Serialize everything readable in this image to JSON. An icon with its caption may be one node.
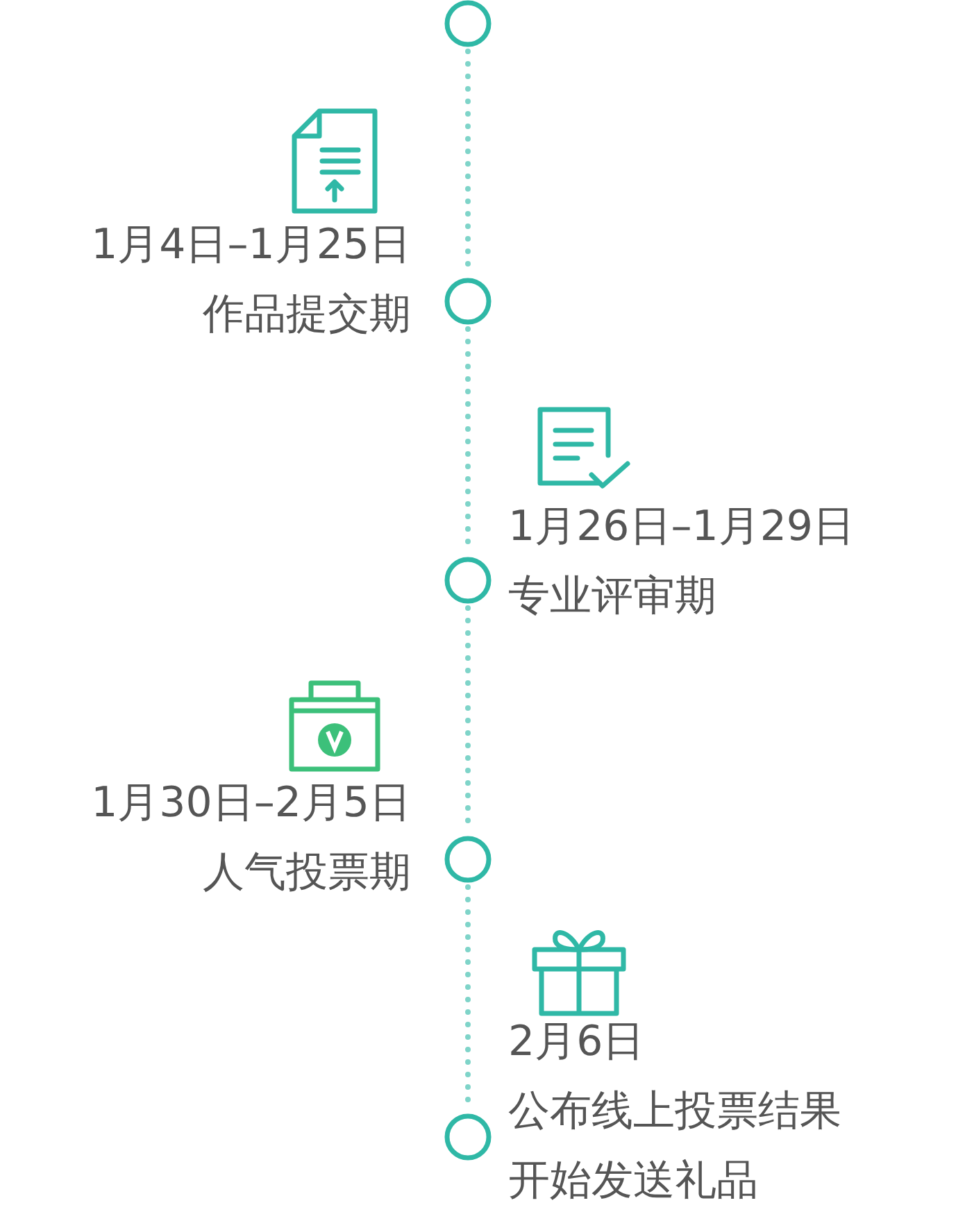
{
  "diagram": {
    "nodes": [
      {
        "text": [],
        "shape": "circle"
      },
      {
        "text": [],
        "shape": "circle",
        "beside": [
          "1月4日–1月25日",
          "作品提交期"
        ]
      },
      {
        "text": [],
        "shape": "circle",
        "beside": [
          "1月26日–1月29日",
          "专业评审期"
        ]
      },
      {
        "text": [],
        "shape": "circle",
        "beside": [
          "1月30日–2月5日",
          "人气投票期"
        ]
      },
      {
        "text": [],
        "shape": "circle",
        "beside": [
          "2月6日",
          "公布线上投票结果",
          "开始发送礼品"
        ]
      }
    ],
    "edges": [
      {
        "from": 0,
        "to": 1,
        "arrow": "none",
        "style": "dashed"
      },
      {
        "from": 1,
        "to": 2,
        "arrow": "none",
        "style": "dashed"
      },
      {
        "from": 2,
        "to": 3,
        "arrow": "none",
        "style": "dashed"
      },
      {
        "from": 3,
        "to": 4,
        "arrow": "none",
        "style": "dashed"
      }
    ]
  }
}
